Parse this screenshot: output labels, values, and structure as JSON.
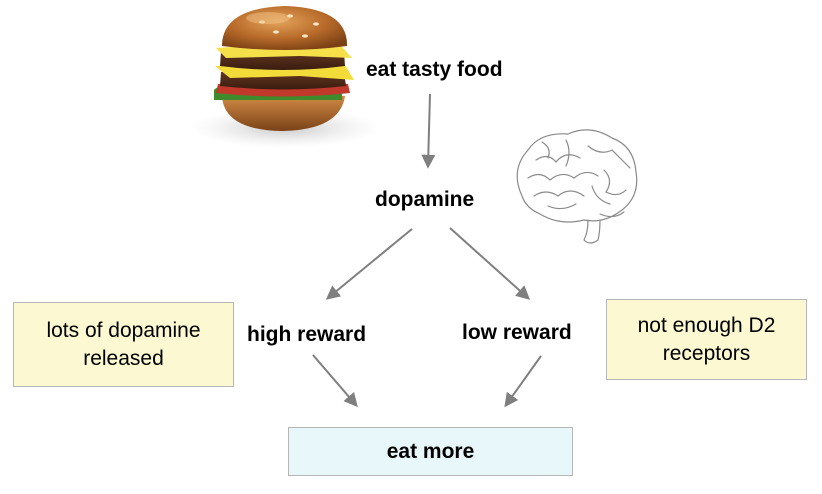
{
  "nodes": {
    "eat_tasty_food": "eat tasty food",
    "dopamine": "dopamine",
    "high_reward": "high reward",
    "low_reward": "low reward",
    "eat_more": "eat more",
    "note_left": "lots of dopamine released",
    "note_right": "not enough D2 receptors"
  },
  "icons": {
    "food": "hamburger-icon",
    "organ": "brain-icon"
  },
  "colors": {
    "arrow": "#7f7f7f",
    "note_fill": "#fbf8d2",
    "result_fill": "#e8f8fa",
    "box_border": "#b6b6b6"
  }
}
